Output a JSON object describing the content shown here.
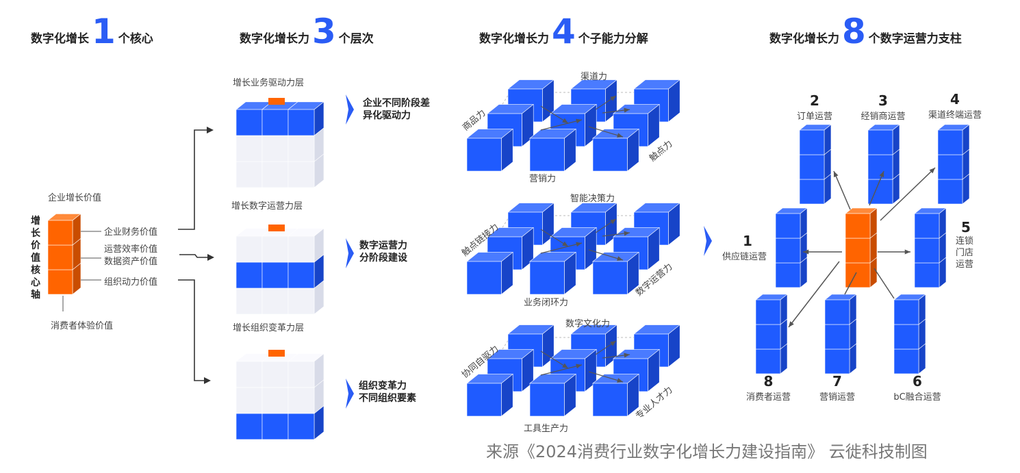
{
  "titles": [
    {
      "pre": "数字化增长",
      "num": "1",
      "post": "个核心"
    },
    {
      "pre": "数字化增长力",
      "num": "3",
      "post": "个层次"
    },
    {
      "pre": "数字化增长力",
      "num": "4",
      "post": "个子能力分解"
    },
    {
      "pre": "数字化增长力",
      "num": "8",
      "post": "个数字运营力支柱"
    }
  ],
  "core": {
    "axis": "增长价值核心轴",
    "top": "企业增长价值",
    "finance": "企业财务价值",
    "ops": "运营效率价值",
    "data": "数据资产价值",
    "org": "组织动力价值",
    "bottom": "消费者体验价值"
  },
  "layers": [
    {
      "name": "增长业务驱动力层",
      "desc1": "企业不同阶段差",
      "desc2": "异化驱动力"
    },
    {
      "name": "增长数字运营力层",
      "desc1": "数字运营力",
      "desc2": "分阶段建设"
    },
    {
      "name": "增长组织变革力层",
      "desc1": "组织变革力",
      "desc2": "不同组织要素"
    }
  ],
  "clusters": [
    {
      "top": "渠道力",
      "left": "商品力",
      "right": "触点力",
      "bottom": "营销力"
    },
    {
      "top": "智能决策力",
      "left": "触点链接力",
      "right": "数字运营力",
      "bottom": "业务闭环力"
    },
    {
      "top": "数字文化力",
      "left": "协同自驱力",
      "right": "专业人才力",
      "bottom": "工具生产力"
    }
  ],
  "pillars": [
    {
      "num": "1",
      "label": "供应链运营"
    },
    {
      "num": "2",
      "label": "订单运营"
    },
    {
      "num": "3",
      "label": "经销商运营"
    },
    {
      "num": "4",
      "label": "渠道终端运营"
    },
    {
      "num": "5",
      "label": "连锁门店运营"
    },
    {
      "num": "6",
      "label": "bC融合运营"
    },
    {
      "num": "7",
      "label": "营销运营"
    },
    {
      "num": "8",
      "label": "消费者运营"
    }
  ],
  "footer": "来源《2024消费行业数字化增长力建设指南》 云徙科技制图",
  "colors": {
    "blue": "#1f5bff",
    "orange": "#ff6400",
    "accent": "#2a5cf5"
  }
}
